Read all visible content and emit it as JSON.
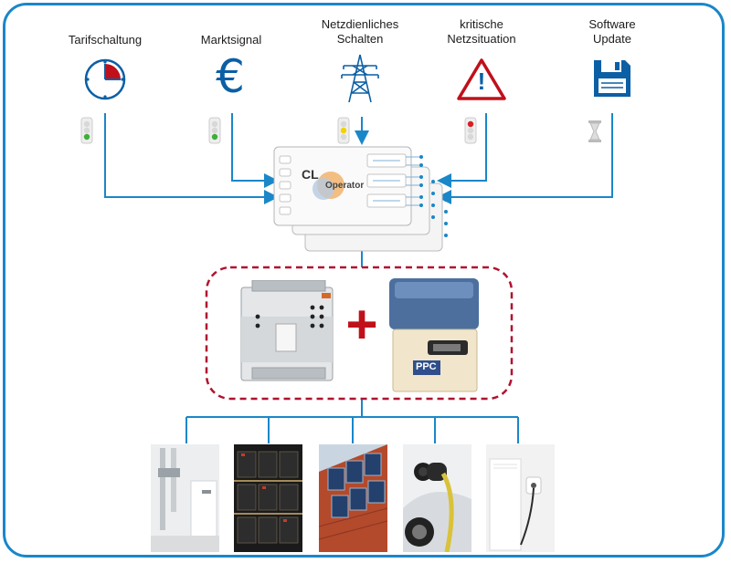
{
  "labels": {
    "tarif": "Tarifschaltung",
    "markt": "Marktsignal",
    "netz": "Netzdienliches\nSchalten",
    "kritisch": "kritische\nNetzsituation",
    "software": "Software\nUpdate"
  },
  "signals": [
    {
      "name": "tarif",
      "state": "green"
    },
    {
      "name": "markt",
      "state": "green"
    },
    {
      "name": "netz",
      "state": "yellow"
    },
    {
      "name": "kritisch",
      "state": "red"
    },
    {
      "name": "software",
      "state": "pending"
    }
  ],
  "symbols": {
    "euro": "€",
    "plus": "+",
    "warning": "!"
  },
  "operator": {
    "logo_cl": "CL",
    "logo_operator": "Operator"
  },
  "gateway": {
    "ppc_brand": "PPC"
  },
  "colors": {
    "accent": "#1a87c9",
    "icon_blue": "#0b5fa5",
    "clock_red": "#c0101a",
    "dash_red": "#b0122f",
    "traffic_green": "#3fae3a",
    "traffic_yellow": "#f2d200",
    "traffic_red": "#d61f26"
  },
  "icons": [
    "clock-icon",
    "euro-icon",
    "power-pylon-icon",
    "warning-icon",
    "floppy-disk-icon",
    "hourglass-icon"
  ],
  "devices": [
    "heat-pump-photo",
    "battery-storage-photo",
    "solar-roof-photo",
    "ev-charger-photo",
    "electric-heater-photo"
  ]
}
